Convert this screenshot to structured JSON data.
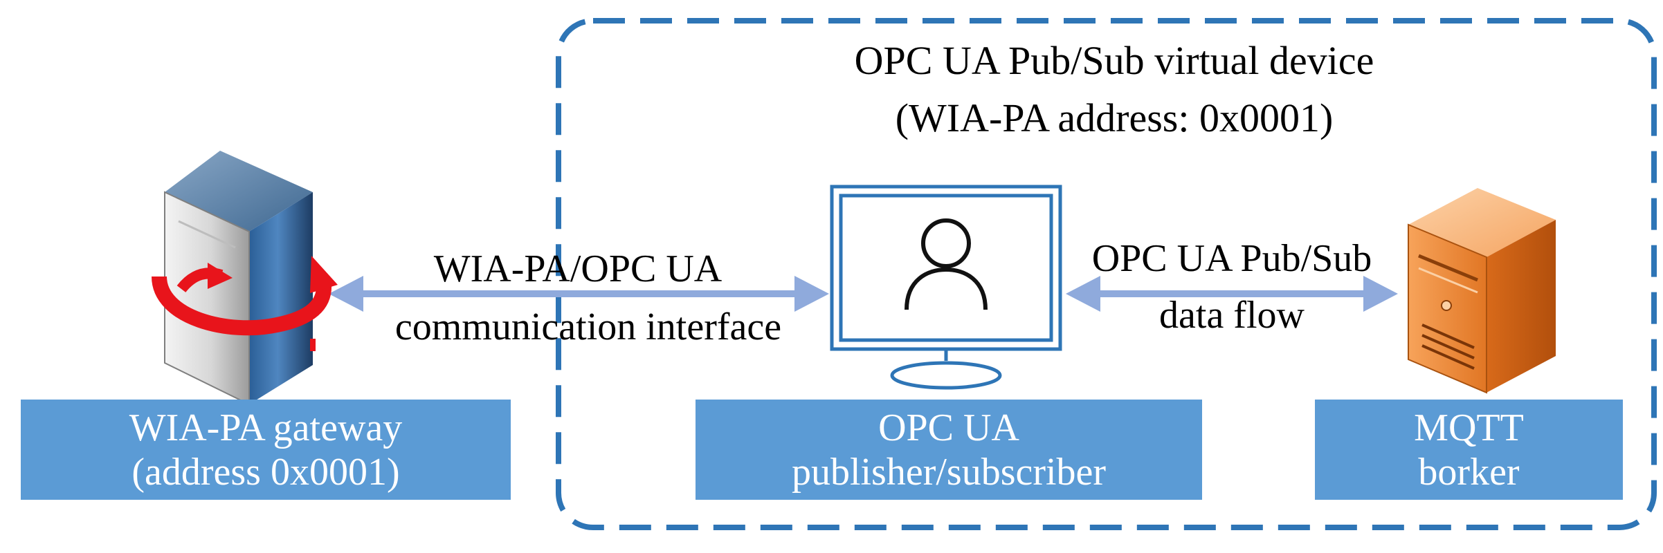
{
  "virtual_device": {
    "title_line1": "OPC UA Pub/Sub virtual device",
    "title_line2": "(WIA-PA address: 0x0001)"
  },
  "links": {
    "left_line1": "WIA-PA/OPC UA",
    "left_line2": "communication interface",
    "right_line1": "OPC UA Pub/Sub",
    "right_line2": "data flow"
  },
  "nodes": {
    "gateway": {
      "line1": "WIA-PA  gateway",
      "line2": "(address 0x0001)",
      "icon": "server-tower-icon"
    },
    "publisher": {
      "line1": "OPC UA",
      "line2": "publisher/subscriber",
      "icon": "computer-monitor-user-icon"
    },
    "broker": {
      "line1": "MQTT",
      "line2": "borker",
      "icon": "orange-server-icon"
    }
  },
  "colors": {
    "box_fill": "#5b9bd5",
    "dashed_border": "#2e75b6",
    "arrow": "#8faadc",
    "monitor": "#2e75b6",
    "gateway_red_arrow": "#e8141b",
    "broker_orange": "#f08a33"
  }
}
